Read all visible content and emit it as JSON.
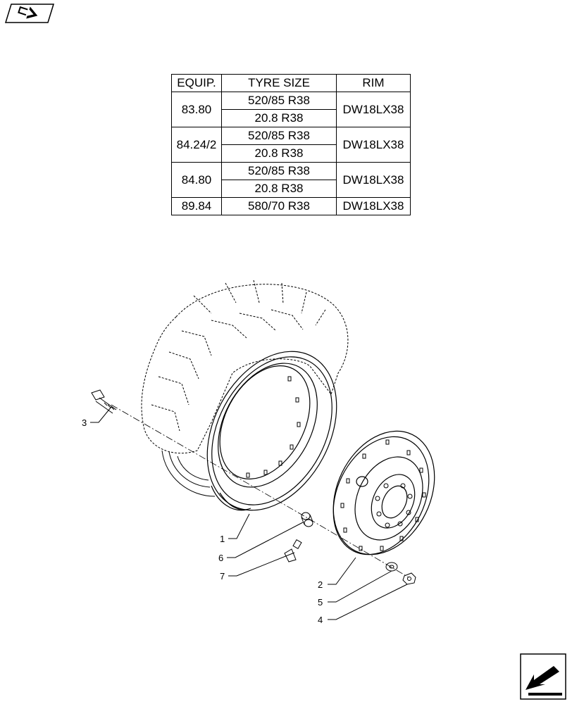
{
  "nav": {
    "back_icon": "back-arrow-icon",
    "next_icon": "next-arrow-icon"
  },
  "table": {
    "headers": [
      "EQUIP.",
      "TYRE SIZE",
      "RIM"
    ],
    "groups": [
      {
        "equip": "83.80",
        "sizes": [
          "520/85 R38",
          "20.8 R38"
        ],
        "rim": "DW18LX38"
      },
      {
        "equip": "84.24/2",
        "sizes": [
          "520/85 R38",
          "20.8 R38"
        ],
        "rim": "DW18LX38"
      },
      {
        "equip": "84.80",
        "sizes": [
          "520/85 R38",
          "20.8 R38"
        ],
        "rim": "DW18LX38"
      },
      {
        "equip": "89.84",
        "sizes": [
          "580/70 R38"
        ],
        "rim": "DW18LX38"
      }
    ]
  },
  "callouts": [
    "1",
    "2",
    "3",
    "4",
    "5",
    "6",
    "7"
  ]
}
